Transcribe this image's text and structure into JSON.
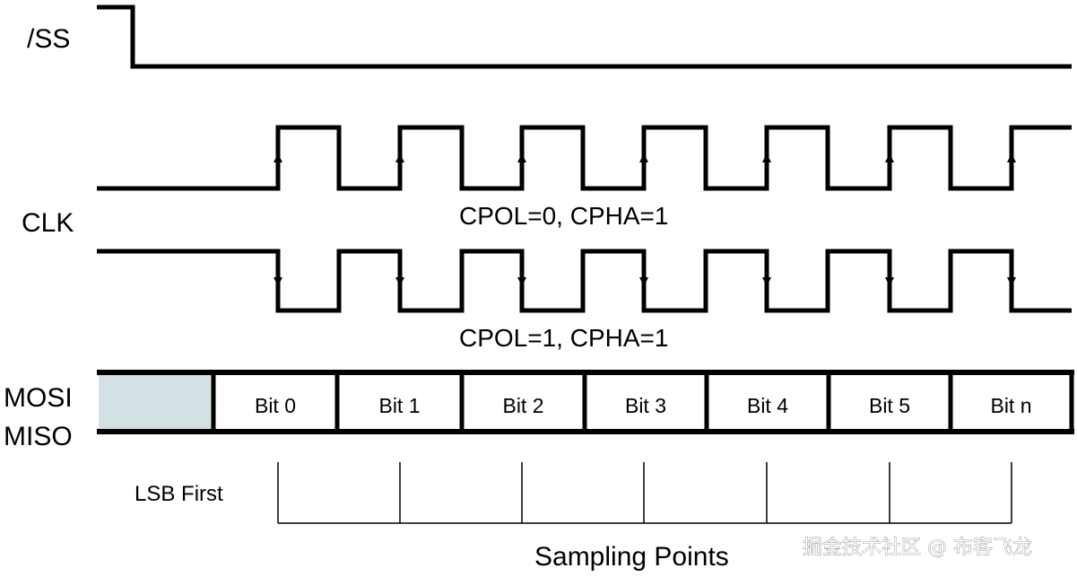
{
  "signals": {
    "ss_label": "/SS",
    "clk_label": "CLK",
    "mosi_label": "MOSI",
    "miso_label": "MISO"
  },
  "clock_modes": [
    {
      "label": "CPOL=0, CPHA=1",
      "idle_level": "low",
      "sample_edge": "rising"
    },
    {
      "label": "CPOL=1, CPHA=1",
      "idle_level": "high",
      "sample_edge": "falling"
    }
  ],
  "data_bits": [
    "Bit 0",
    "Bit 1",
    "Bit 2",
    "Bit 3",
    "Bit 4",
    "Bit 5",
    "Bit n"
  ],
  "sampling": {
    "order_label": "LSB First",
    "points_label": "Sampling Points"
  },
  "watermark": "掘金技术社区 @ 布客飞龙",
  "colors": {
    "line": "#000000",
    "idle_cell": "#d3e0e4",
    "background": "#ffffff"
  }
}
